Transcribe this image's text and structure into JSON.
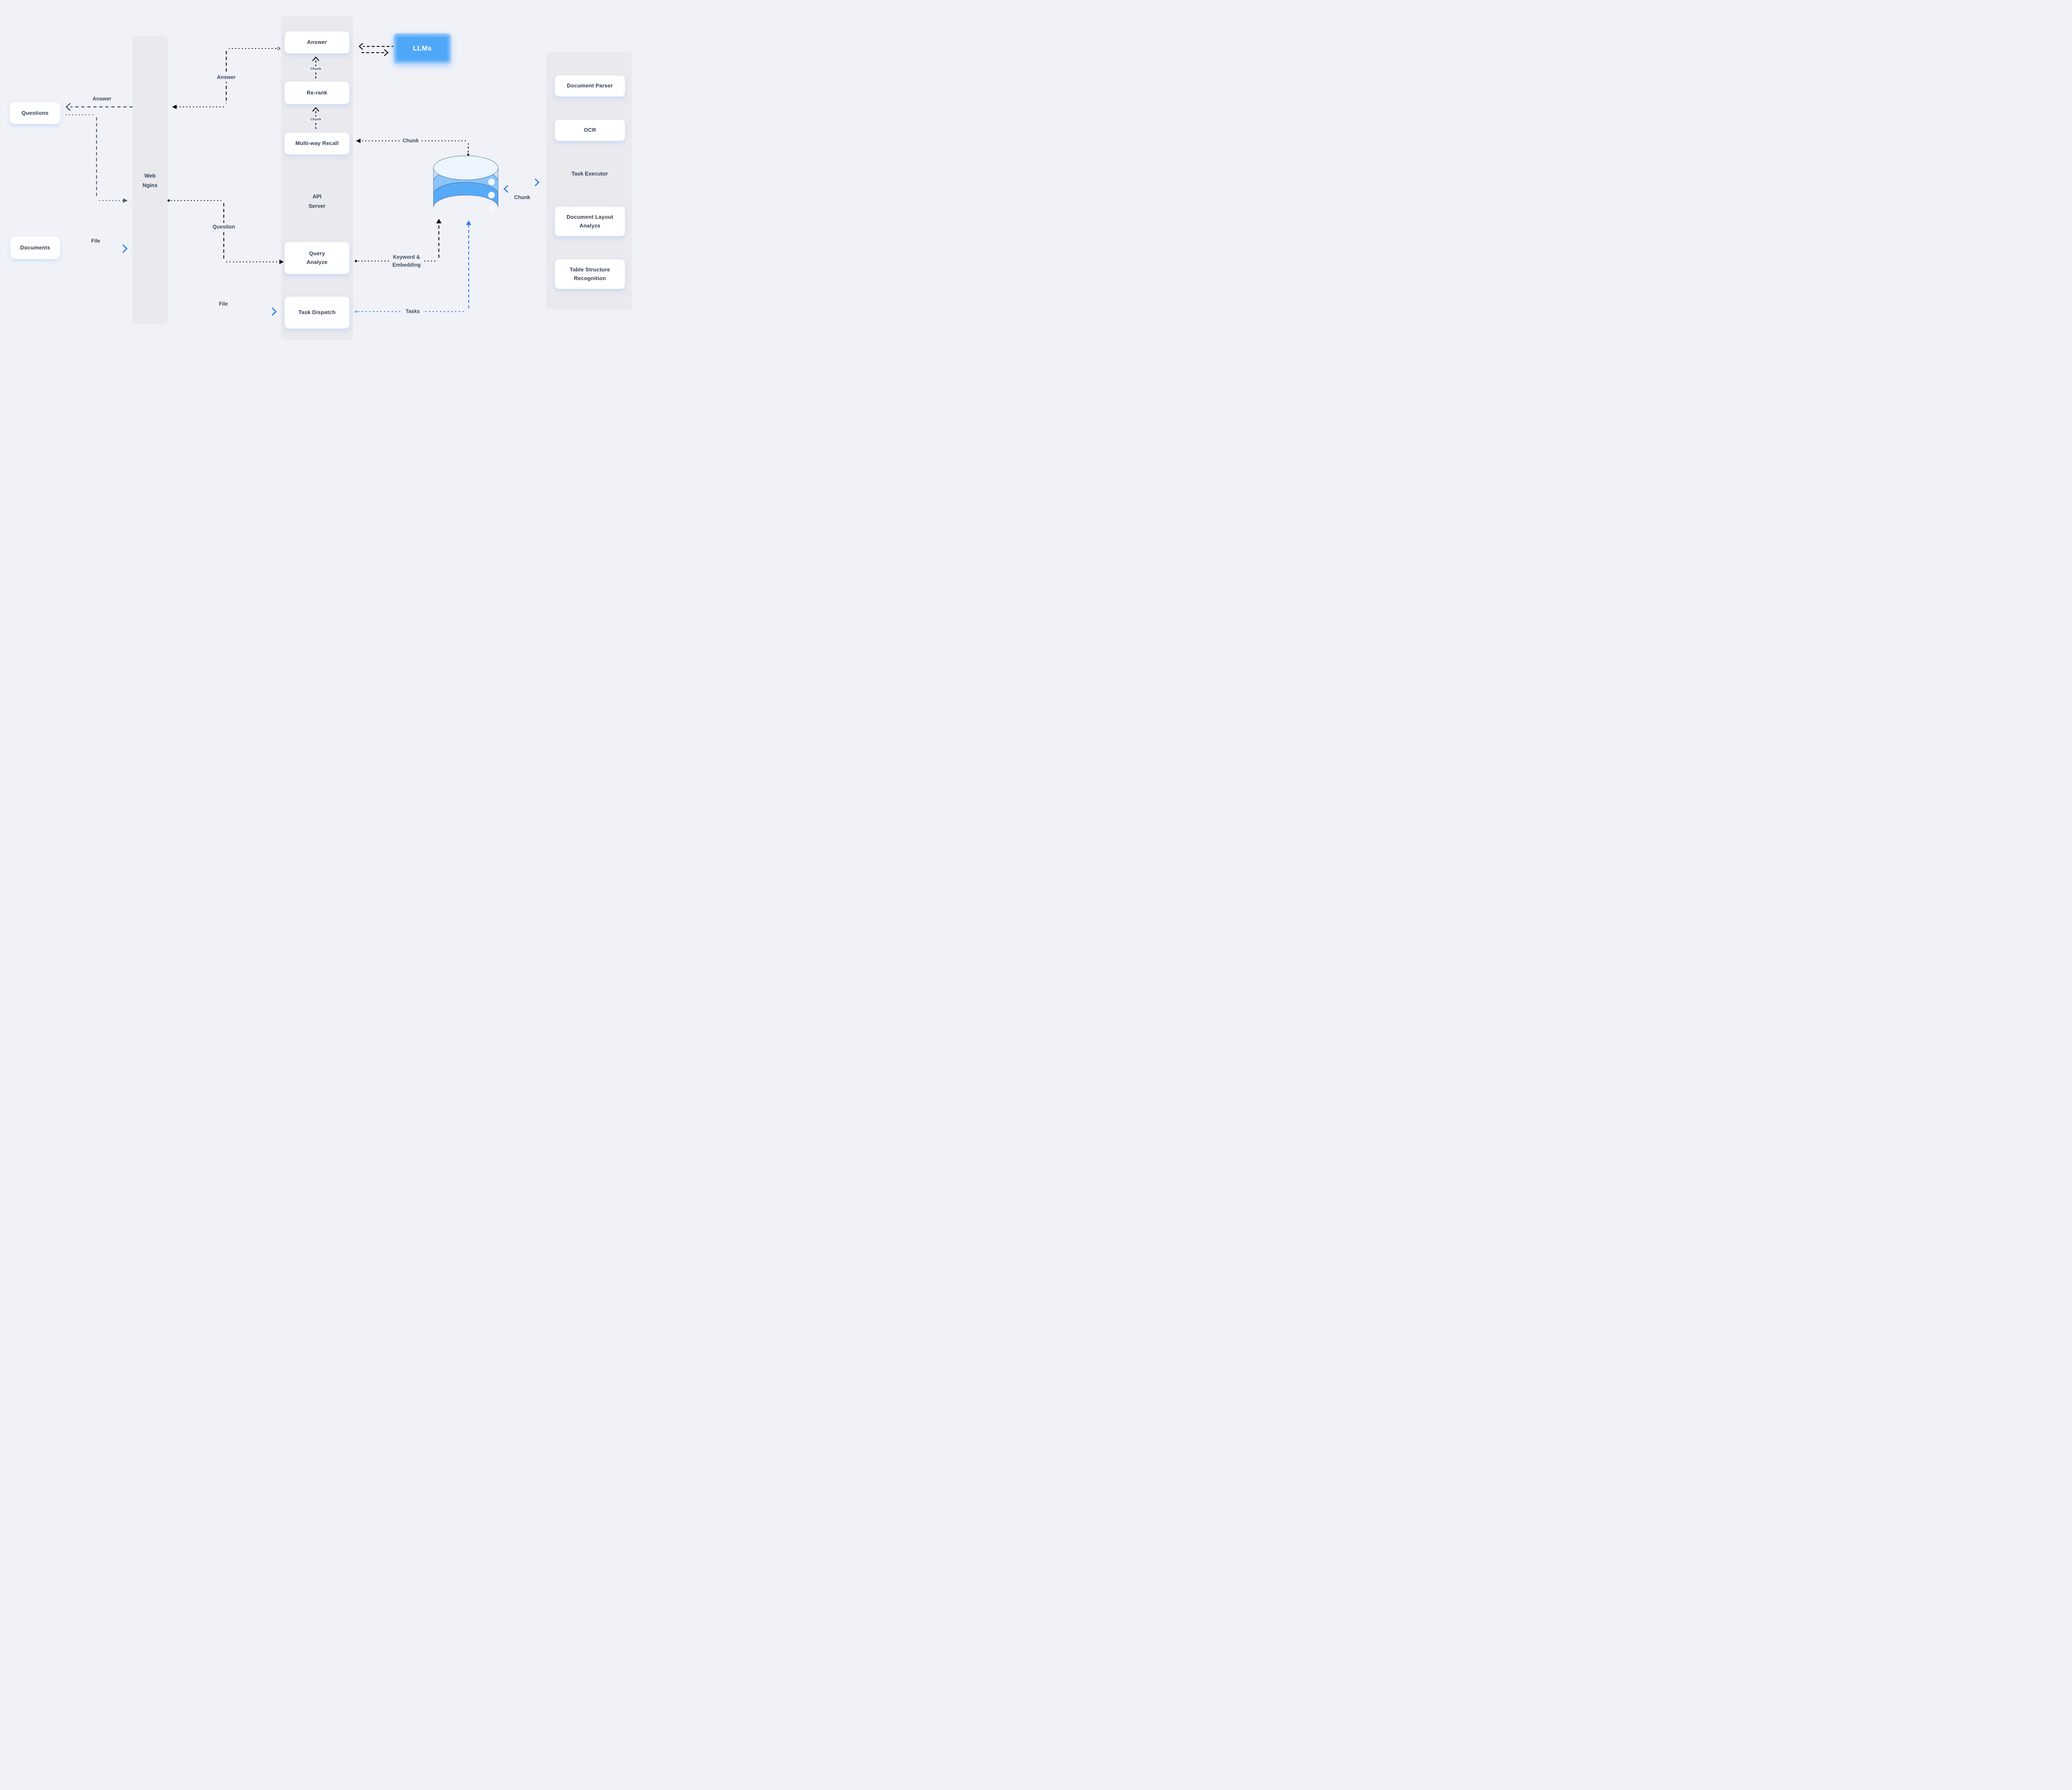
{
  "nodes": {
    "questions": "Questions",
    "documents": "Documents",
    "web_nginx": [
      "Web",
      "Nginx"
    ],
    "api_server": [
      "API",
      "Server"
    ],
    "answer_box": "Answer",
    "rerank": "Re-rank",
    "multiway_recall": "Multi-way Recall",
    "query_analyze": [
      "Query",
      "Analyze"
    ],
    "task_dispatch": "Task Dispatch",
    "llms": "LLMs",
    "document_parser": "Document Parser",
    "ocr": "OCR",
    "task_executor": "Task Executor",
    "document_layout_analyze": [
      "Document Layout",
      "Analyze"
    ],
    "table_structure_recognition": [
      "Table Structure",
      "Recognition"
    ]
  },
  "edges": {
    "answer_to_questions": "Answer",
    "answer_api_to_nginx": "Answer",
    "question": "Question",
    "file_documents": "File",
    "file_nginx": "File",
    "chunk_to_answer": "Chunk",
    "chunk_to_rerank": "Chunk",
    "chunk_db_to_recall": "Chunk",
    "chunk_db_right": "Chunk",
    "keyword_line1": "Keyword &",
    "keyword_line2": "Embedding",
    "tasks": "Tasks"
  },
  "colors": {
    "background": "#f0f2f7",
    "column_fill": "#e9e9ee",
    "node_text": "#334155",
    "slate_edge": "#4b5a70",
    "black_edge": "#10131b",
    "blue_edge": "#2e7cf6",
    "llms_outer": "#9ecbfa",
    "llms_mid": "#6fb6f9",
    "llms_inner": "#4fa7f7",
    "db_top": "#edf6fe",
    "db_band_light": "#c7e2fc",
    "db_band_mid": "#8ac4fa",
    "db_band_dark": "#57aaf8"
  }
}
